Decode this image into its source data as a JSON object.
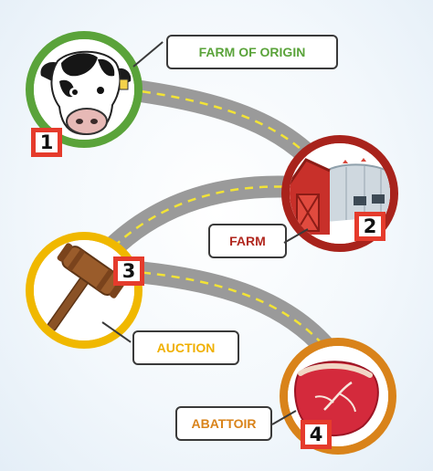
{
  "steps": [
    {
      "number": "1",
      "label": "FARM OF ORIGIN",
      "icon": "cow-icon",
      "ring_color": "#5aa33a",
      "label_color": "#5aa33a"
    },
    {
      "number": "2",
      "label": "FARM",
      "icon": "barn-icon",
      "ring_color": "#a8231c",
      "label_color": "#b1281f"
    },
    {
      "number": "3",
      "label": "AUCTION",
      "icon": "gavel-icon",
      "ring_color": "#f0b800",
      "label_color": "#f0b000"
    },
    {
      "number": "4",
      "label": "ABATTOIR",
      "icon": "meat-icon",
      "ring_color": "#d9831a",
      "label_color": "#d9831a"
    }
  ],
  "colors": {
    "road": "#9a9a9a",
    "road_dash": "#f2e336",
    "badge": "#e53b2c"
  }
}
